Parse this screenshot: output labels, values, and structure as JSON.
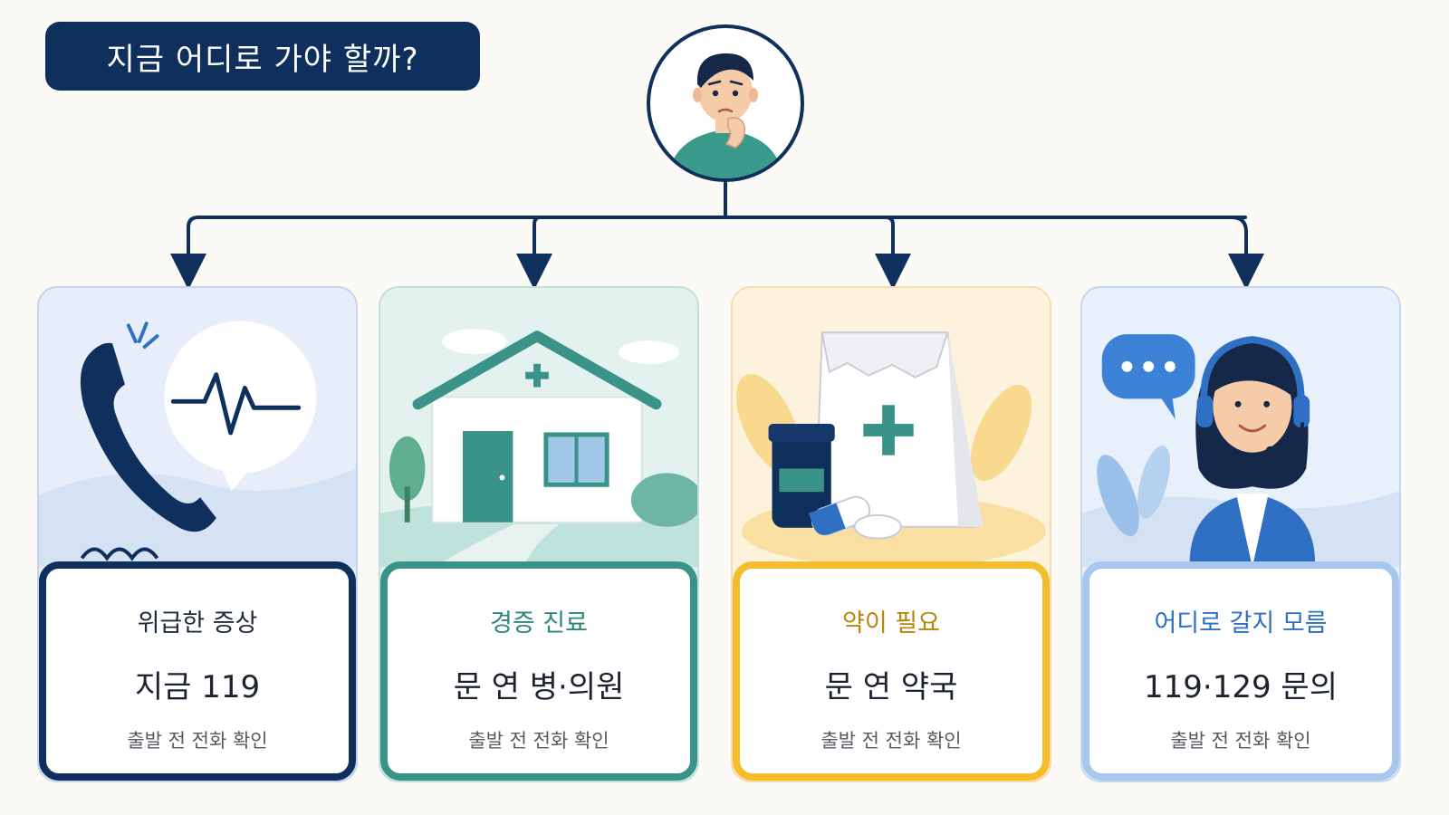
{
  "title": "지금 어디로 가야 할까?",
  "colors": {
    "navy": "#0f2f5c",
    "teal": "#3a9388",
    "yellow": "#f4bd2c",
    "lightblue": "#a7c7ee"
  },
  "cards": [
    {
      "category": "위급한 증상",
      "action": "지금 119",
      "note": "출발 전 전화 확인",
      "icon": "phone-heartbeat-icon"
    },
    {
      "category": "경증 진료",
      "action": "문 연 병·의원",
      "note": "출발 전 전화 확인",
      "icon": "clinic-house-icon"
    },
    {
      "category": "약이 필요",
      "action": "문 연 약국",
      "note": "출발 전 전화 확인",
      "icon": "medicine-bag-icon"
    },
    {
      "category": "어디로 갈지 모름",
      "action": "119·129 문의",
      "note": "출발 전 전화 확인",
      "icon": "call-center-agent-icon"
    }
  ]
}
